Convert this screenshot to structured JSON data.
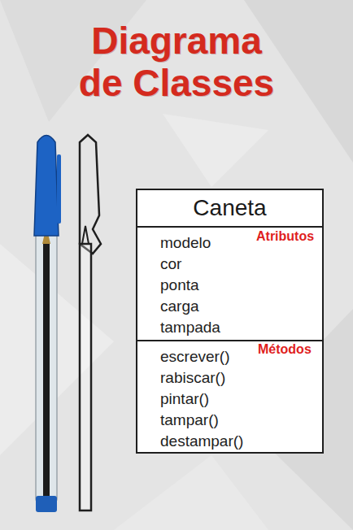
{
  "diagram": {
    "title": "Diagrama de Classes",
    "nodes": [
      {
        "text": [
          "Caneta"
        ]
      },
      {
        "text": [
          "modelo",
          "cor",
          "ponta",
          "carga",
          "tampada"
        ],
        "in": 0
      },
      {
        "text": [
          "escrever()",
          "rabiscar()",
          "pintar()",
          "tampar()",
          "destampar()"
        ],
        "in": 0
      }
    ],
    "labels": [
      "Atributos",
      "Métodos"
    ]
  }
}
